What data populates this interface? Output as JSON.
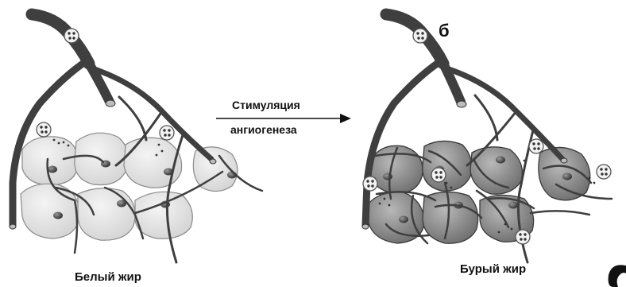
{
  "panel_letter": "б",
  "arrow_label_line1": "Стимуляция",
  "arrow_label_line2": "ангиогенеза",
  "left_caption": "Белый жир",
  "right_caption": "Бурый жир",
  "colors": {
    "vessel": "#3f3f3f",
    "white_adipocyte": "#e6e6e6",
    "brown_adipocyte": "#8d8d8d",
    "nucleus": "#474747",
    "stem_cell": "#f2f2f2",
    "text": "#111111"
  }
}
